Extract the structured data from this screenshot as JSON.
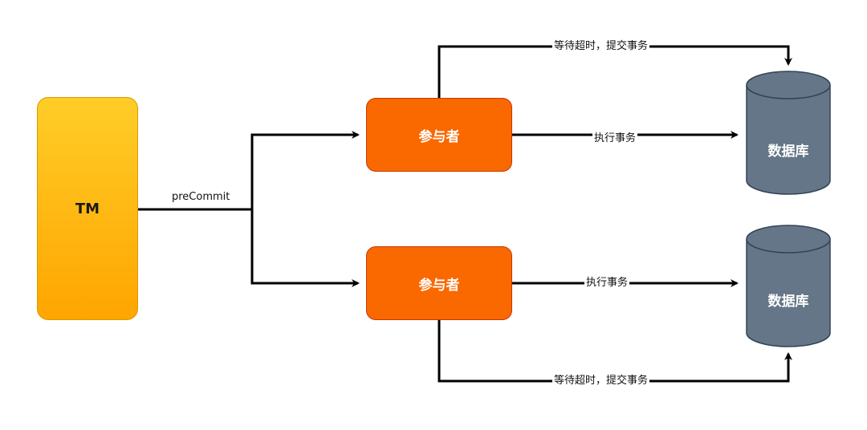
{
  "nodes": {
    "tm": "TM",
    "participant_1": "参与者",
    "participant_2": "参与者",
    "database_1": "数据库",
    "database_2": "数据库"
  },
  "edges": {
    "precommit": "preCommit",
    "execute_1": "执行事务",
    "execute_2": "执行事务",
    "timeout_commit_1": "等待超时，提交事务",
    "timeout_commit_2": "等待超时，提交事务"
  },
  "colors": {
    "tm_fill_top": "#ffcd28",
    "tm_fill_bottom": "#ffa500",
    "participant_fill": "#fa6800",
    "database_fill": "#647687",
    "edge": "#000000"
  }
}
